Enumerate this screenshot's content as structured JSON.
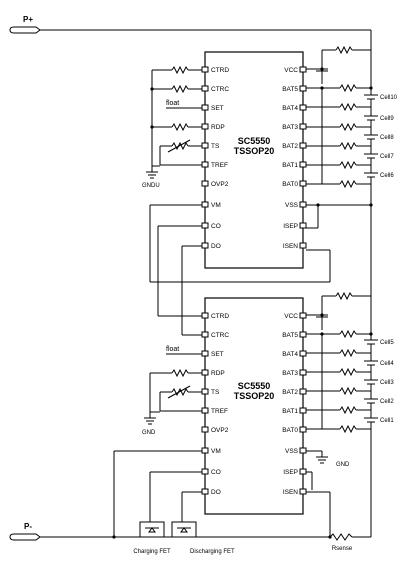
{
  "rails": {
    "pos": "P+",
    "neg": "P-"
  },
  "chips": [
    {
      "part": "SC5550",
      "package": "TSSOP20",
      "left_pins": [
        "CTRD",
        "CTRC",
        "SET",
        "RDP",
        "TS",
        "TREF",
        "OVP2",
        "VM",
        "CO",
        "DO"
      ],
      "right_pins": [
        "VCC",
        "BAT5",
        "BAT4",
        "BAT3",
        "BAT2",
        "BAT1",
        "BAT0",
        "VSS",
        "ISEP",
        "ISEN"
      ],
      "cells": [
        "Cell10",
        "Cell9",
        "Cell8",
        "Cell7",
        "Cell6"
      ],
      "float_label": "float",
      "ground_label": "GNDU"
    },
    {
      "part": "SC5550",
      "package": "TSSOP20",
      "left_pins": [
        "CTRD",
        "CTRC",
        "SET",
        "RDP",
        "TS",
        "TREF",
        "OVP2",
        "VM",
        "CO",
        "DO"
      ],
      "right_pins": [
        "VCC",
        "BAT5",
        "BAT4",
        "BAT3",
        "BAT2",
        "BAT1",
        "BAT0",
        "VSS",
        "ISEP",
        "ISEN"
      ],
      "cells": [
        "Cell5",
        "Cell4",
        "Cell3",
        "Cell2",
        "Cell1"
      ],
      "float_label": "float",
      "ground_label": "GND",
      "vss_ground_label": "GND"
    }
  ],
  "fets": {
    "charging": "Charging FET",
    "discharging": "Discharging FET"
  },
  "sense_resistor": "Rsense"
}
